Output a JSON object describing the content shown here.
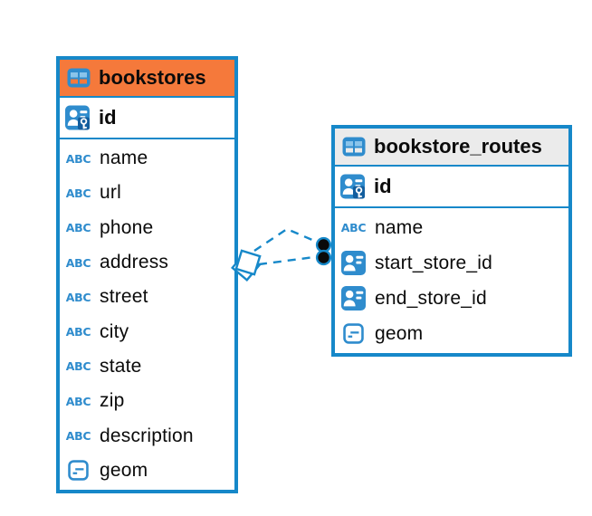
{
  "colors": {
    "blue": "#1688c9",
    "iconblue": "#2f8ccd",
    "lightblue": "#8ac4ea",
    "orange": "#f5793b",
    "grayheader": "#ebebeb",
    "keyblue": "#135e9e",
    "dot": "#0a0a0a",
    "text": "#0b0b0b"
  },
  "icons": {
    "text_type_label": "ABC",
    "table": "table-grid-icon",
    "primary_key": "person-key-icon",
    "reference": "person-card-icon",
    "geometry": "geometry-square-icon"
  },
  "tables": [
    {
      "name": "bookstores",
      "header_style": "orange",
      "pk": {
        "name": "id",
        "icon": "person-key-icon"
      },
      "columns": [
        {
          "name": "name",
          "type": "text"
        },
        {
          "name": "url",
          "type": "text"
        },
        {
          "name": "phone",
          "type": "text"
        },
        {
          "name": "address",
          "type": "text"
        },
        {
          "name": "street",
          "type": "text"
        },
        {
          "name": "city",
          "type": "text"
        },
        {
          "name": "state",
          "type": "text"
        },
        {
          "name": "zip",
          "type": "text"
        },
        {
          "name": "description",
          "type": "text"
        },
        {
          "name": "geom",
          "type": "geometry"
        }
      ]
    },
    {
      "name": "bookstore_routes",
      "header_style": "gray",
      "pk": {
        "name": "id",
        "icon": "person-key-icon"
      },
      "columns": [
        {
          "name": "name",
          "type": "text"
        },
        {
          "name": "start_store_id",
          "type": "reference"
        },
        {
          "name": "end_store_id",
          "type": "reference"
        },
        {
          "name": "geom",
          "type": "geometry"
        }
      ]
    }
  ],
  "connector": {
    "style": "dashed",
    "line_count": 2,
    "left_marker": "double-diamond",
    "right_marker": "double-dot",
    "connects": [
      "bookstores",
      "bookstore_routes"
    ]
  }
}
